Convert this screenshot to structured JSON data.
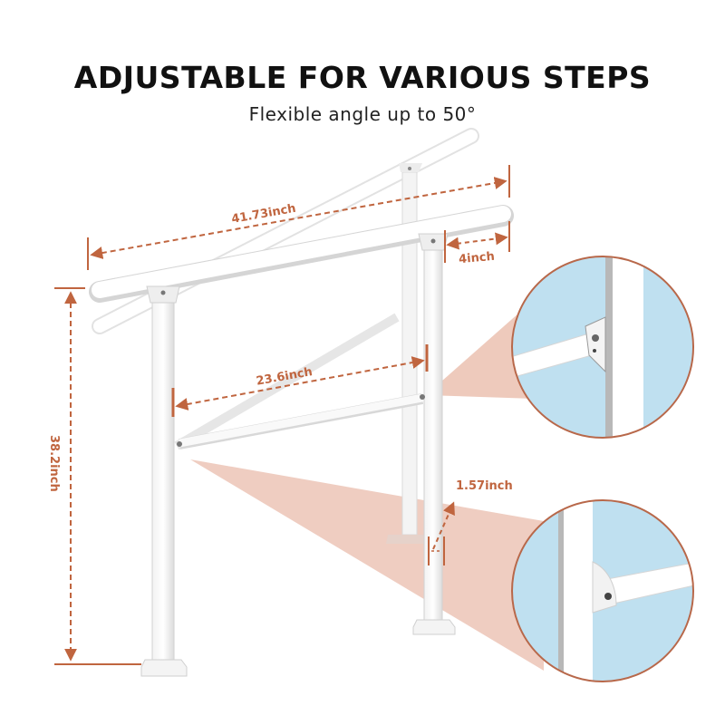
{
  "header": {
    "title": "ADJUSTABLE FOR VARIOUS STEPS",
    "subtitle": "Flexible angle up to 50°"
  },
  "dimensions": {
    "rail_length": "41.73inch",
    "rail_overhang": "4inch",
    "brace_length": "23.6inch",
    "post_height": "38.2inch",
    "post_width": "1.57inch"
  },
  "colors": {
    "accent": "#c0653f",
    "highlight": "#e8b8a6",
    "detail_bg": "#bfe0f0",
    "rail": "#ffffff",
    "rail_shade": "#d9d9d9"
  },
  "detail_views": [
    {
      "name": "upper-bracket-detail"
    },
    {
      "name": "lower-bracket-detail"
    }
  ]
}
